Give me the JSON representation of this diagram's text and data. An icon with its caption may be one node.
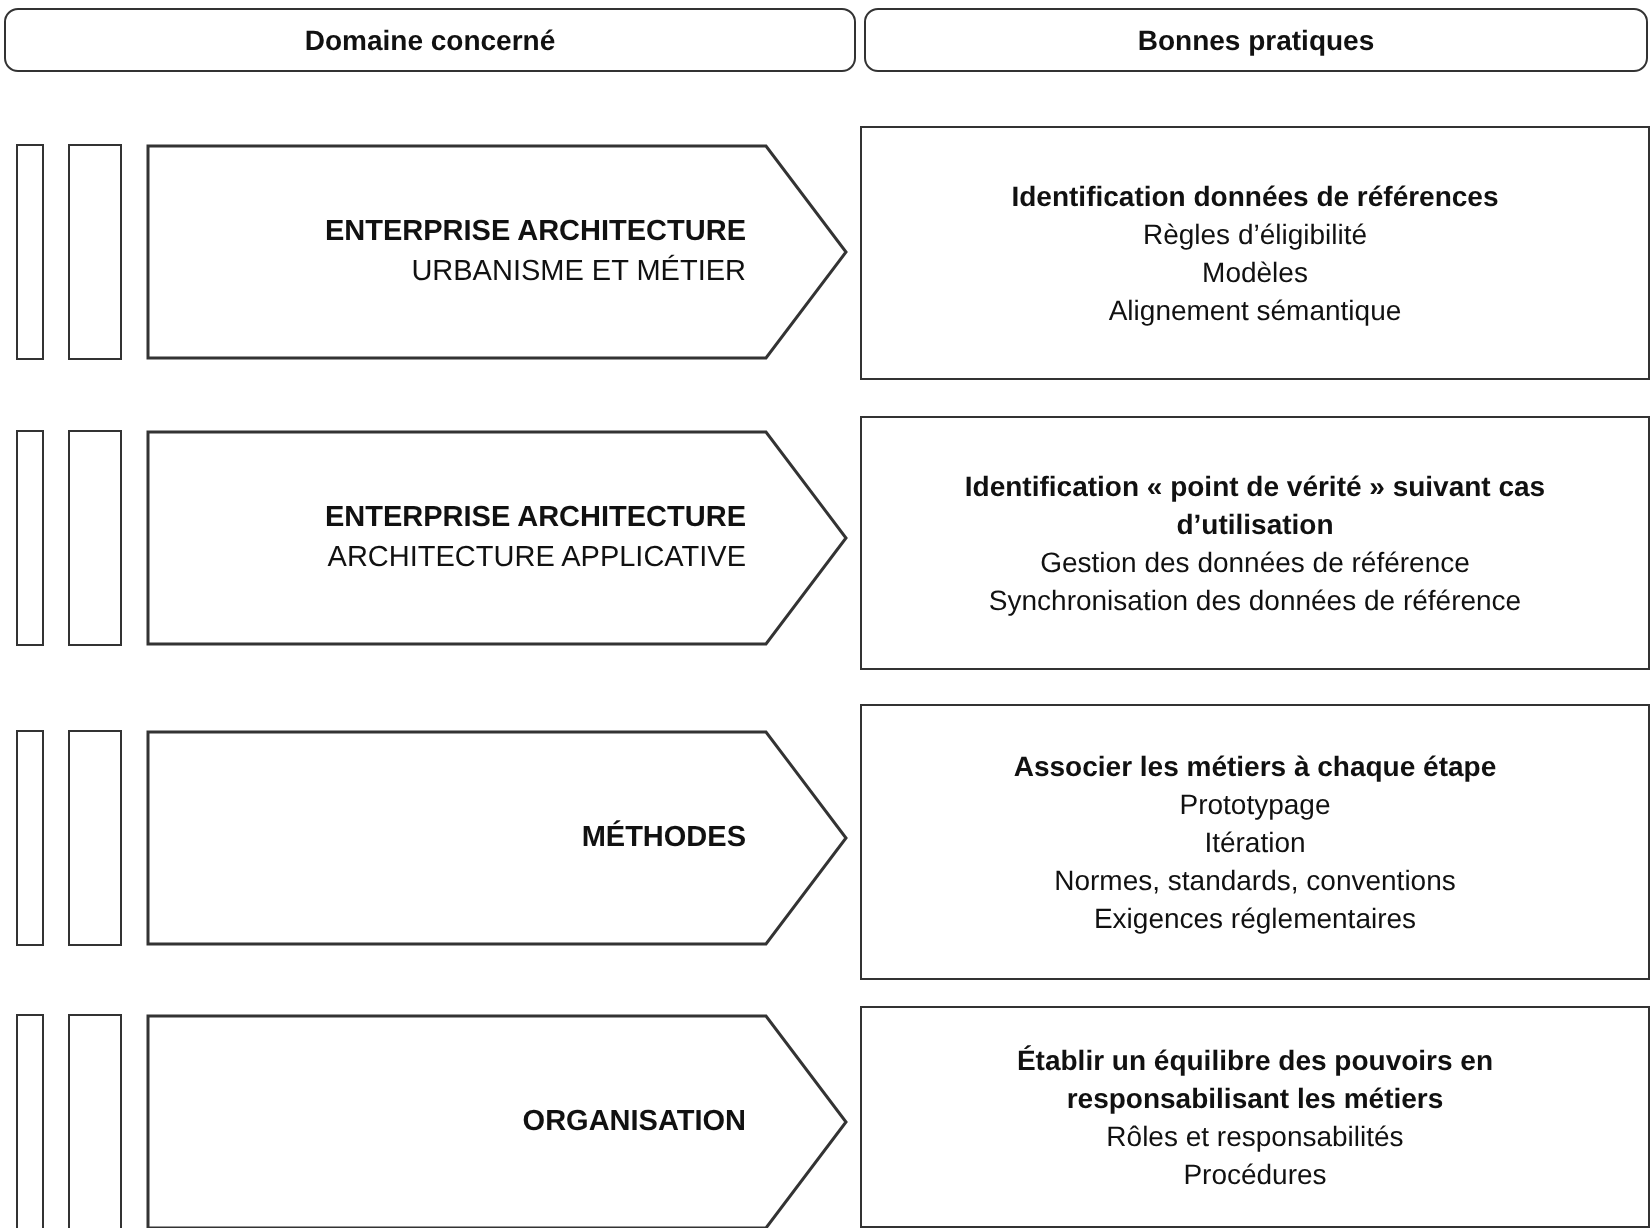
{
  "diagram": {
    "nodes": [
      {
        "text": [
          "Domaine concerné"
        ]
      },
      {
        "text": [
          "Bonnes pratiques"
        ]
      },
      {
        "text": [],
        "shape": "bar"
      },
      {
        "text": [],
        "shape": "bar"
      },
      {
        "text": [
          "ENTERPRISE ARCHITECTURE",
          "URBANISME ET MÉTIER"
        ]
      },
      {
        "text": [
          "Identification données de références",
          "Règles d’éligibilité",
          "Modèles",
          "Alignement sémantique"
        ]
      },
      {
        "text": [],
        "shape": "bar"
      },
      {
        "text": [],
        "shape": "bar"
      },
      {
        "text": [
          "ENTERPRISE ARCHITECTURE",
          "ARCHITECTURE APPLICATIVE"
        ]
      },
      {
        "text": [
          "Identification « point de vérité » suivant cas d’utilisation",
          "Gestion des données de référence",
          "Synchronisation des données de référence"
        ]
      },
      {
        "text": [],
        "shape": "bar"
      },
      {
        "text": [],
        "shape": "bar"
      },
      {
        "text": [
          "MÉTHODES"
        ]
      },
      {
        "text": [
          "Associer les métiers à chaque étape",
          "Prototypage",
          "Itération",
          "Normes, standards, conventions",
          "Exigences réglementaires"
        ]
      },
      {
        "text": [],
        "shape": "bar"
      },
      {
        "text": [],
        "shape": "bar"
      },
      {
        "text": [
          "ORGANISATION"
        ]
      },
      {
        "text": [
          "Établir un équilibre des pouvoirs en responsabilisant les métiers",
          "Rôles et responsabilités",
          "Procédures"
        ]
      }
    ]
  }
}
